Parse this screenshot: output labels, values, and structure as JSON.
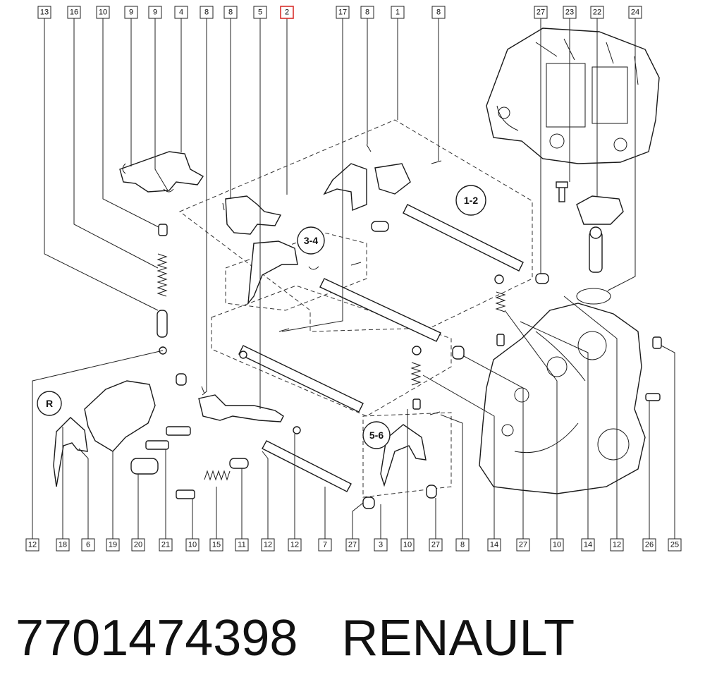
{
  "callouts_top": [
    "13",
    "16",
    "10",
    "9",
    "9",
    "4",
    "8",
    "8",
    "5",
    "2",
    "17",
    "8",
    "1",
    "8",
    "27",
    "23",
    "22",
    "24"
  ],
  "callouts_bottom": [
    "12",
    "18",
    "6",
    "19",
    "20",
    "21",
    "10",
    "15",
    "11",
    "12",
    "12",
    "7",
    "27",
    "3",
    "10",
    "27",
    "8",
    "14",
    "27",
    "10",
    "14",
    "12",
    "26",
    "25"
  ],
  "highlighted_callout": "2",
  "gear_labels": [
    "1-2",
    "3-4",
    "R",
    "5-6"
  ],
  "caption": {
    "part_number": "7701474398",
    "brand": "RENAULT"
  },
  "colors": {
    "line": "#1a1a1a",
    "highlight": "#d9302c",
    "background": "#ffffff"
  }
}
